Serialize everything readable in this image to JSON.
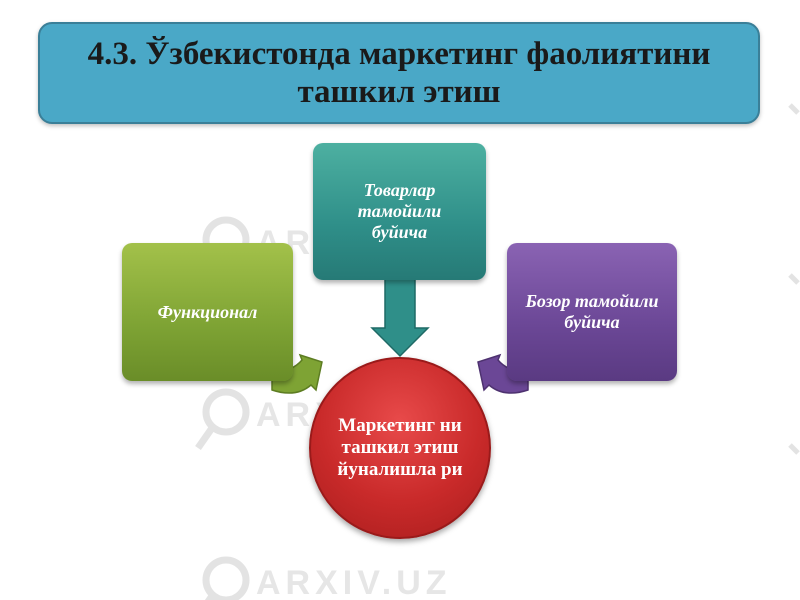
{
  "title": {
    "line1": "4.3. Ўзбекистонда маркетинг фаолиятини",
    "line2": "ташкил этиш"
  },
  "diagram": {
    "center": "Маркетинг ни ташкил этиш йуналишла ри",
    "left": "Функционал",
    "top": "Товарлар тамойили буйича",
    "right": "Бозор тамойили буйича"
  },
  "colors": {
    "banner": "#4aa8c7",
    "left_box": "#7ea334",
    "top_box": "#2f8f89",
    "right_box": "#6b4796",
    "center": "#c92a2a"
  },
  "watermark": "ARXIV.UZ"
}
